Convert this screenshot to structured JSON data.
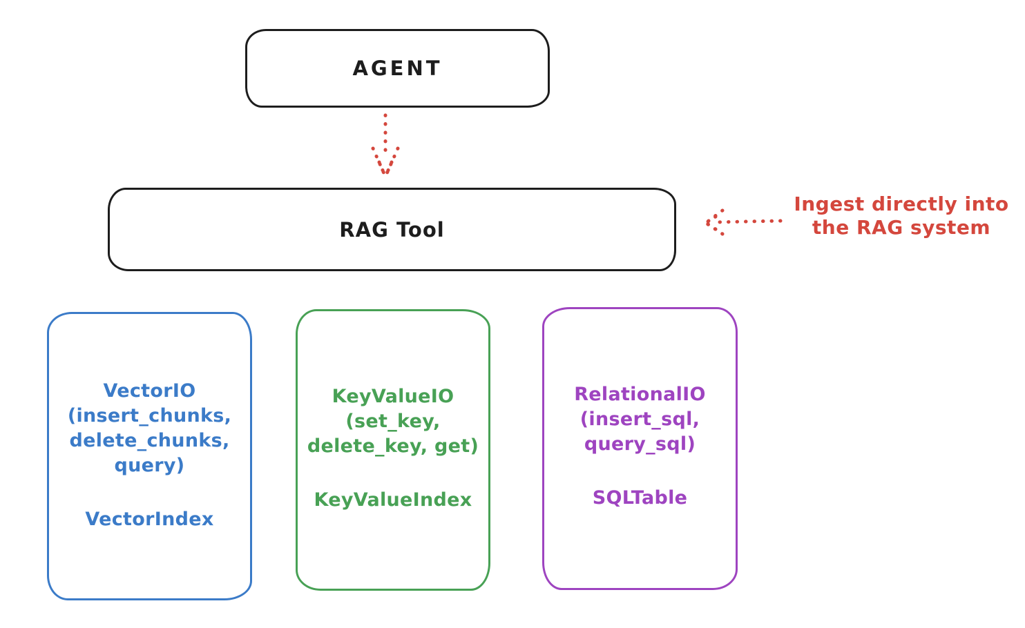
{
  "colors": {
    "ink": "#1d1d1d",
    "red": "#d4473d",
    "blue": "#3b7bc8",
    "green": "#48a155",
    "purple": "#9e44c0",
    "background": "#ffffff"
  },
  "nodes": {
    "agent": {
      "label": "AGENT"
    },
    "rag_tool": {
      "label": "RAG Tool"
    }
  },
  "annotation": {
    "line1": "Ingest directly into",
    "line2": "the RAG system"
  },
  "io_boxes": [
    {
      "name": "vector-io",
      "color": "#3b7bc8",
      "title_lines": [
        "VectorIO",
        "(insert_chunks,",
        "delete_chunks,",
        "query)"
      ],
      "index_label": "VectorIndex"
    },
    {
      "name": "keyvalue-io",
      "color": "#48a155",
      "title_lines": [
        "KeyValueIO",
        "(set_key,",
        "delete_key, get)"
      ],
      "index_label": "KeyValueIndex"
    },
    {
      "name": "relational-io",
      "color": "#9e44c0",
      "title_lines": [
        "RelationalIO",
        "(insert_sql,",
        "query_sql)"
      ],
      "index_label": "SQLTable"
    }
  ]
}
